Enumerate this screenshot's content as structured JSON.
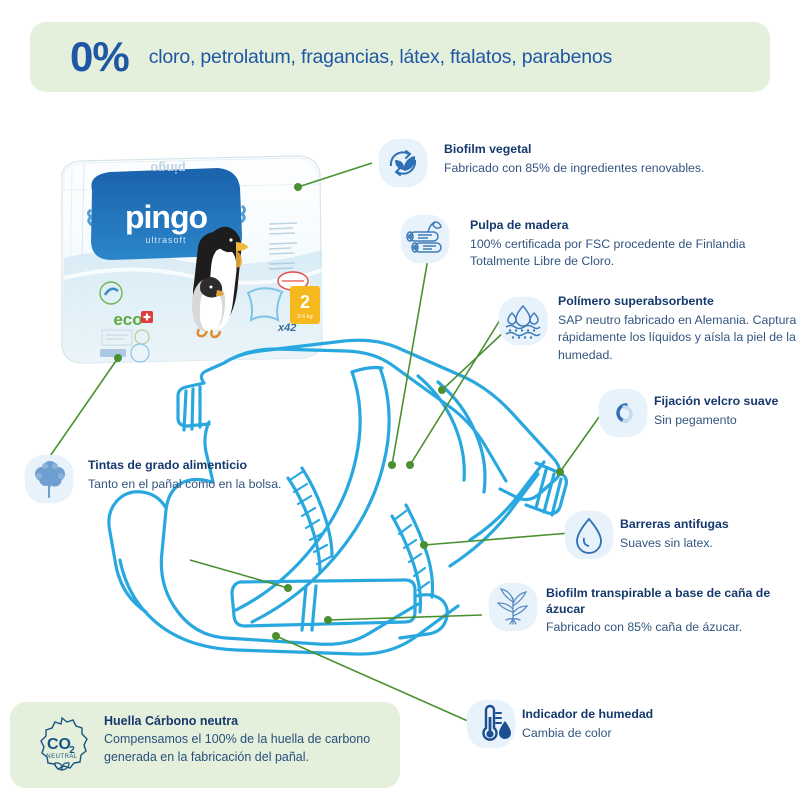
{
  "banner": {
    "percent": "0%",
    "claim": "cloro, petrolatum, fragancias, látex, ftalatos, parabenos"
  },
  "package": {
    "brand": "pingo",
    "subtitle": "ultrasoft",
    "brand_top_mirror": "pingo",
    "eco_badge": "eco",
    "eco_plus": "+",
    "size_number": "2",
    "size_weight": "3-6 kg",
    "count": "x42"
  },
  "features": [
    {
      "id": "biofilm-vegetal",
      "icon": "leaf-recycle-icon",
      "title": "Biofilm vegetal",
      "body": "Fabricado con 85% de ingredientes renovables."
    },
    {
      "id": "pulpa-de-madera",
      "icon": "wood-logs-icon",
      "title": "Pulpa de madera",
      "body": "100% certificada por FSC procedente de Finlandia Totalmente Libre de Cloro."
    },
    {
      "id": "polimero-superabsorbente",
      "icon": "water-absorb-icon",
      "title": "Polímero superabsorbente",
      "body": "SAP neutro fabricado en Alemania. Captura rápidamente los líquidos y aísla la piel de la humedad."
    },
    {
      "id": "fijacion-velcro-suave",
      "icon": "chain-link-icon",
      "title": "Fijación velcro suave",
      "body": "Sin pegamento"
    },
    {
      "id": "barreras-antifugas",
      "icon": "water-drop-icon",
      "title": "Barreras antifugas",
      "body": "Suaves sin latex."
    },
    {
      "id": "biofilm-transpirable",
      "icon": "sugar-cane-icon",
      "title": "Biofilm transpirable a base de caña de ázucar",
      "body": "Fabricado con 85% caña de ázucar."
    },
    {
      "id": "indicador-de-humedad",
      "icon": "thermometer-drop-icon",
      "title": "Indicador de humedad",
      "body": "Cambia de color"
    },
    {
      "id": "tintas-de-grado-alimenticio",
      "icon": "tree-icon",
      "title": "Tintas de grado alimenticio",
      "body": "Tanto en el pañal como en la bolsa."
    }
  ],
  "footer": {
    "icon": "co2-neutral-badge-icon",
    "badge_main": "CO",
    "badge_sub": "2",
    "badge_label": "NEUTRAL",
    "title": "Huella Cárbono neutra",
    "body": "Compensamos el 100% de la huella de carbono generada en la fabricación del pañal."
  },
  "colors": {
    "banner_green": "#e4f0db",
    "brand_blue": "#1f57a4",
    "title_navy": "#15386d",
    "body_blue": "#32557f",
    "leader_green": "#4a9030",
    "diaper_line": "#29a8e0",
    "icon_blob": "#e8f2fb",
    "icon_stroke": "#2f6fb5",
    "size_yellow": "#f6b91d"
  }
}
